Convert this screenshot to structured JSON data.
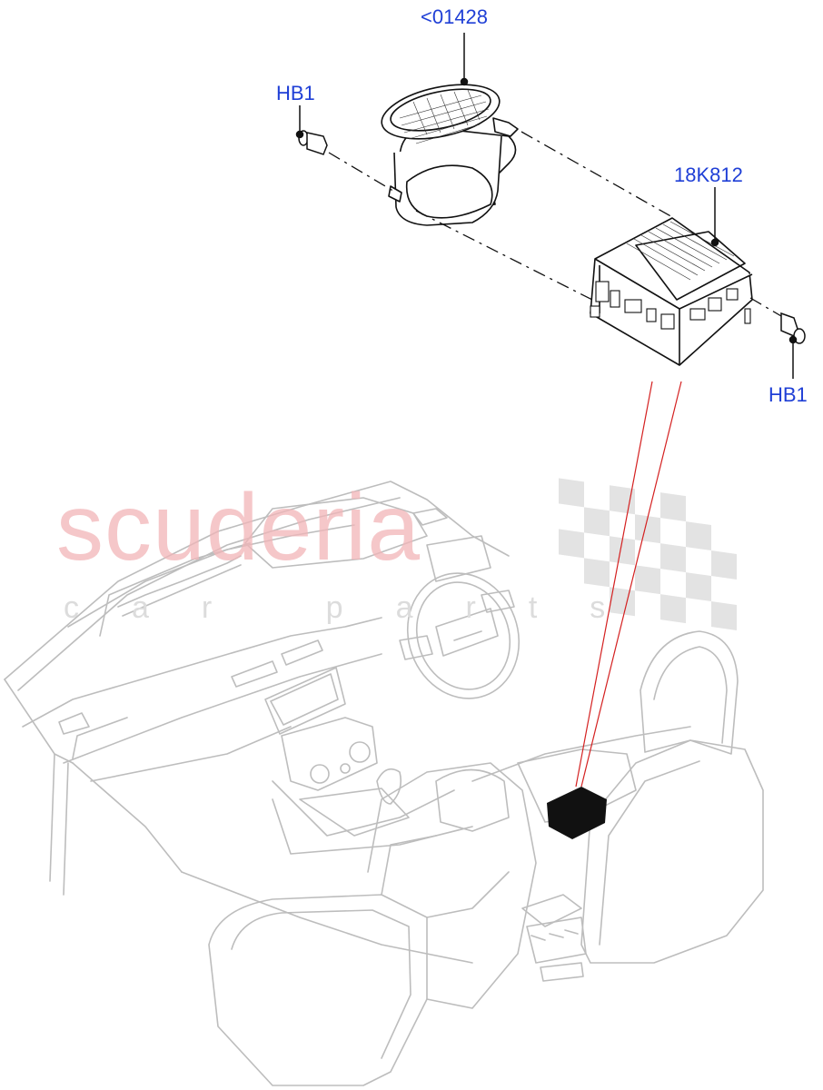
{
  "callouts": {
    "top_part": "<01428",
    "left_fastener": "HB1",
    "module": "18K812",
    "right_fastener": "HB1"
  },
  "watermark": {
    "brand": "scuderia",
    "tagline": "car parts"
  },
  "colors": {
    "callout_text": "#1f3fd6",
    "locator_line": "#d42020",
    "watermark": "#f2b5b8",
    "interior_outline": "#bdbdbd",
    "part_outline": "#111111",
    "highlight_block": "#111111"
  }
}
